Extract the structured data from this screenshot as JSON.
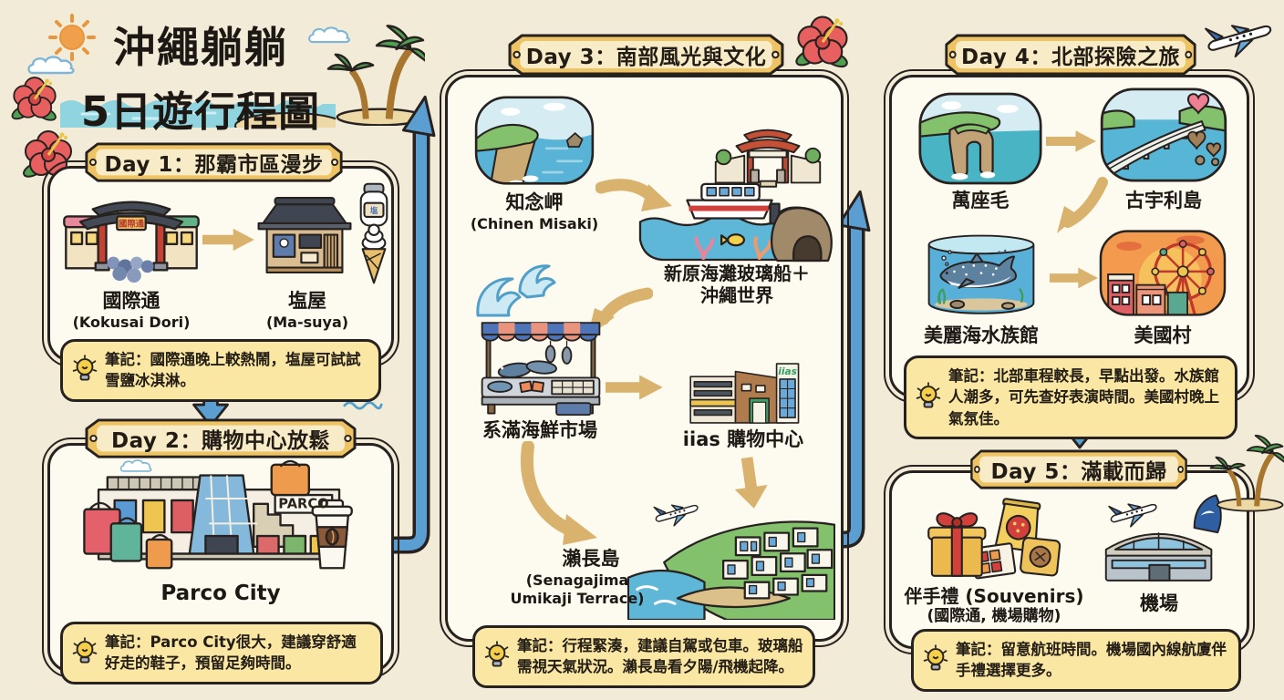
{
  "title": {
    "line1": "沖繩躺躺",
    "line2": "5日遊行程圖"
  },
  "signs": {
    "parco": "PARCO",
    "iias": "iias",
    "gate": "國際通",
    "salt": "塩"
  },
  "icons": {
    "note_icon": "lightbulb",
    "decor": [
      "sun-icon",
      "cloud-icon",
      "hibiscus-icon",
      "palm-tree-icon",
      "airplane-icon",
      "wave-icon"
    ]
  },
  "days": [
    {
      "header": "Day 1：那霸市區漫步",
      "stops": [
        {
          "name": "國際通",
          "sub": "(Kokusai Dori)"
        },
        {
          "name": "塩屋",
          "sub": "(Ma-suya)"
        }
      ],
      "note": "筆記：國際通晚上較熱鬧，塩屋可試試雪鹽冰淇淋。"
    },
    {
      "header": "Day 2：購物中心放鬆",
      "stops": [
        {
          "name": "Parco City"
        }
      ],
      "note": "筆記：Parco City很大，建議穿舒適好走的鞋子，預留足夠時間。"
    },
    {
      "header": "Day 3：南部風光與文化",
      "stops": [
        {
          "name": "知念岬",
          "sub": "(Chinen Misaki)"
        },
        {
          "name": "新原海灘玻璃船＋沖繩世界"
        },
        {
          "name": "系滿海鮮市場"
        },
        {
          "name": "iias 購物中心"
        },
        {
          "name": "瀨長島",
          "sub": "(Senagajima Umikaji Terrace)"
        }
      ],
      "note": "筆記：行程緊湊，建議自駕或包車。玻璃船需視天氣狀況。瀨長島看夕陽/飛機起降。"
    },
    {
      "header": "Day 4：北部探險之旅",
      "stops": [
        {
          "name": "萬座毛"
        },
        {
          "name": "古宇利島"
        },
        {
          "name": "美麗海水族館"
        },
        {
          "name": "美國村"
        }
      ],
      "note": "筆記：北部車程較長，早點出發。水族館人潮多，可先查好表演時間。美國村晚上氣氛佳。"
    },
    {
      "header": "Day 5：滿載而歸",
      "stops": [
        {
          "name": "伴手禮 (Souvenirs)",
          "sub": "(國際通, 機場購物)"
        },
        {
          "name": "機場"
        }
      ],
      "note": "筆記：留意航班時間。機場國內線航廈伴手禮選擇更多。"
    }
  ],
  "colors": {
    "background": "#f1ebd8",
    "panel": "#fdfaf0",
    "outline": "#272220",
    "plaque_gold": "#eec363",
    "plaque_inner": "#f8ecc8",
    "note_yellow": "#f9e7a3",
    "connector_blue": "#5b9fd2",
    "arrow_tan": "#d9b36e",
    "title_text": "#1d1813"
  }
}
